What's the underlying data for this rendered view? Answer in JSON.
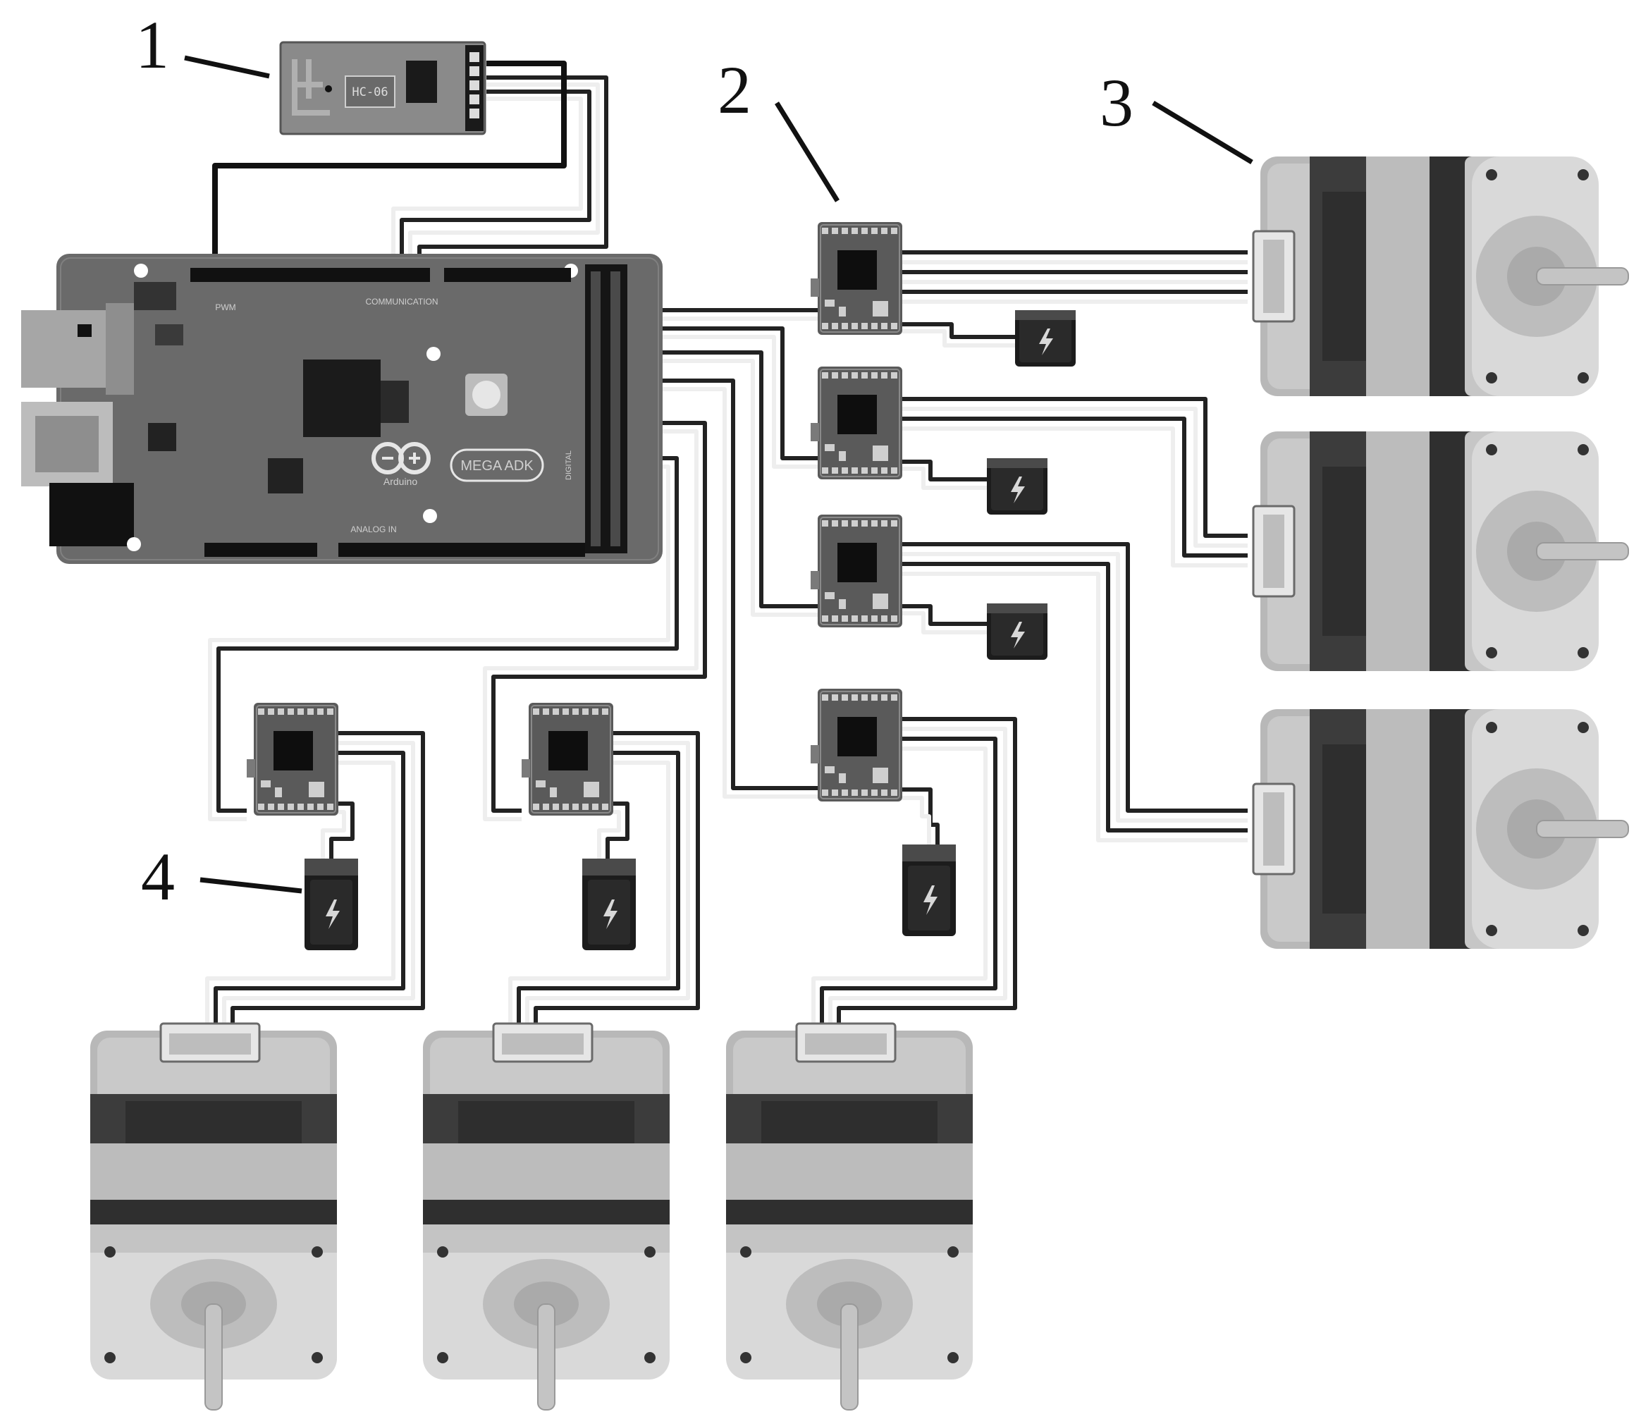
{
  "figure": {
    "callouts": [
      {
        "id": "1",
        "text": "1",
        "target": "bluetooth-module"
      },
      {
        "id": "2",
        "text": "2",
        "target": "stepper-driver"
      },
      {
        "id": "3",
        "text": "3",
        "target": "stepper-motor"
      },
      {
        "id": "4",
        "text": "4",
        "target": "power-connector"
      }
    ],
    "bluetooth_module": {
      "chip_label": "HC-06"
    },
    "arduino_board": {
      "brand": "Arduino",
      "model_badge": "MEGA ADK",
      "header_labels": {
        "communication": "COMMUNICATION",
        "analog_in": "ANALOG IN",
        "pwm": "PWM",
        "digital": "DIGITAL"
      }
    },
    "components": {
      "driver_count": 6,
      "motor_count": 6,
      "power_connector_count": 6
    },
    "colors": {
      "board": "#6a6a6a",
      "wire_dark": "#1a1a1a",
      "motor_light": "#d8d8d8",
      "motor_mid": "#b4b4b4",
      "motor_dark": "#3c3c3c",
      "driver": "#5a5a5a"
    }
  }
}
